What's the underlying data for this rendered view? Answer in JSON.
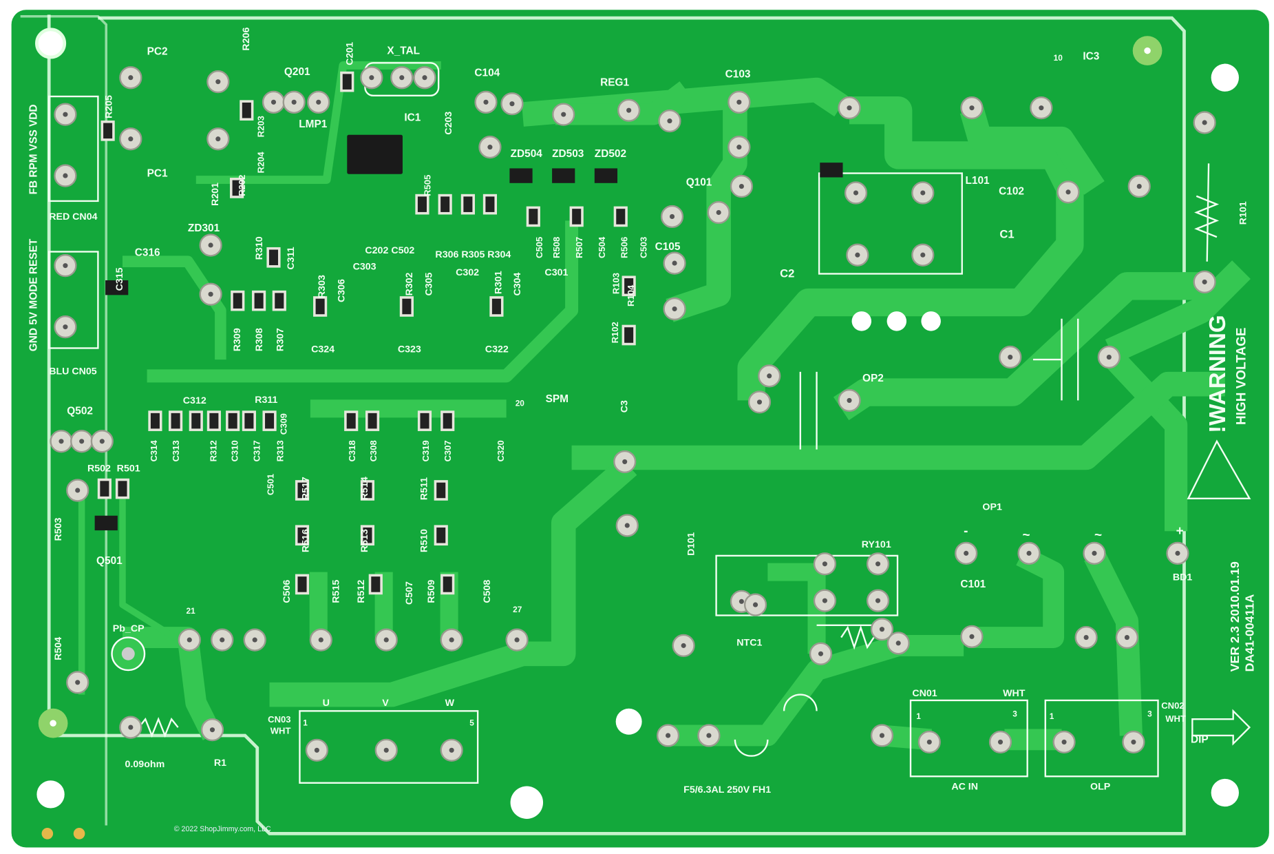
{
  "board": {
    "colors": {
      "substrate": "#13a83b",
      "copper": "#35c752",
      "silkscreen": "#f2fff2",
      "pad": "#d9d9cf",
      "edge": "#ffffff"
    },
    "labels": [
      "PC2",
      "R206",
      "Q201",
      "C201",
      "X_TAL",
      "C104",
      "REG1",
      "C103",
      "10",
      "IC3",
      "IC1",
      "C203",
      "LMP1",
      "R205",
      "FB RPM VSS VDD",
      "RED  CN04",
      "PC1",
      "R203",
      "R204",
      "R202",
      "R201",
      "ZD504",
      "ZD503",
      "ZD502",
      "R505",
      "Q101",
      "L101",
      "C102",
      "C1",
      "C2",
      "R101",
      "ZD301",
      "R310",
      "C311",
      "C202 C502",
      "R306 R305 R304",
      "C505",
      "R508",
      "R507",
      "C504",
      "R506",
      "C503",
      "C105",
      "C316",
      "C315",
      "GND 5V MODE RESET",
      "BLU  CN05",
      "R303",
      "C306",
      "C303",
      "R302",
      "C305",
      "C302",
      "R301",
      "C304",
      "C301",
      "R103",
      "R104",
      "R102",
      "R309",
      "R308",
      "R307",
      "C324",
      "C323",
      "C322",
      "OP2",
      "C3",
      "SPM",
      "20",
      "Q502",
      "C312",
      "R311",
      "C314",
      "C313",
      "R312",
      "C310",
      "C317",
      "R313",
      "C309",
      "C318",
      "C308",
      "C319",
      "C307",
      "C320",
      "C501",
      "R502",
      "R501",
      "R517",
      "R514",
      "R511",
      "R516",
      "R513",
      "R510",
      "R515",
      "R512",
      "R509",
      "C506",
      "C507",
      "C508",
      "R503",
      "Q501",
      "OP1",
      "D101",
      "RY101",
      "C101",
      "BD1",
      "VER 2.3 2010.01.19",
      "DA41-00411A",
      "NTC1",
      "21",
      "27",
      "Pb_CP",
      "R504",
      "0.09ohm",
      "R1",
      "CN03",
      "WHT",
      "U",
      "V",
      "W",
      "1",
      "5",
      "CN01",
      "WHT",
      "1",
      "3",
      "AC IN",
      "CN02",
      "WHT",
      "1",
      "3",
      "OLP",
      "DIP",
      "F5/6.3AL 250V FH1",
      "!WARNING",
      "HIGH VOLTAGE",
      "-",
      "~",
      "~",
      "+"
    ],
    "copyright": "© 2022 ShopJimmy.com, LLC"
  }
}
